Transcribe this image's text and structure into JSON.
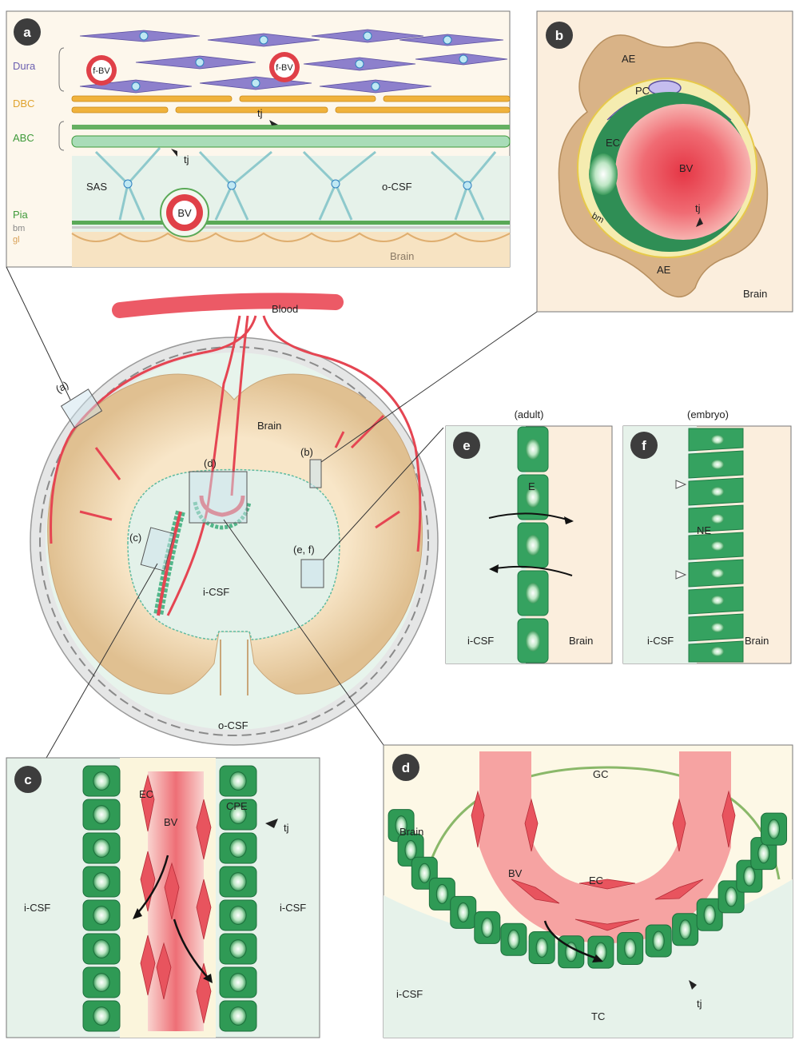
{
  "panels": {
    "a": {
      "badge": "a",
      "dura": "Dura",
      "dbc": "DBC",
      "abc": "ABC",
      "sas": "SAS",
      "ocsf": "o-CSF",
      "pia": "Pia",
      "bm": "bm",
      "gl": "gl",
      "brain": "Brain",
      "bv": "BV",
      "fbv": "f-BV",
      "tj": "tj",
      "colors": {
        "dura": "#6b5fb0",
        "dbc": "#e0a32e",
        "abc": "#3f9a3a",
        "pia": "#3f9a3a",
        "bm": "#888888",
        "gl": "#d8a055"
      }
    },
    "b": {
      "badge": "b",
      "ae": "AE",
      "pc": "PC",
      "ec": "EC",
      "bv": "BV",
      "tj": "tj",
      "bm": "bm",
      "brain": "Brain"
    },
    "center": {
      "blood": "Blood",
      "brain": "Brain",
      "icsf": "i-CSF",
      "ocsf": "o-CSF",
      "ref_a": "(a)",
      "ref_b": "(b)",
      "ref_c": "(c)",
      "ref_d": "(d)",
      "ref_ef": "(e, f)"
    },
    "e": {
      "badge": "e",
      "title": "(adult)",
      "e_label": "E",
      "icsf": "i-CSF",
      "brain": "Brain"
    },
    "f": {
      "badge": "f",
      "title": "(embryo)",
      "ne": "NE",
      "icsf": "i-CSF",
      "brain": "Brain"
    },
    "c": {
      "badge": "c",
      "ec": "EC",
      "bv": "BV",
      "cpe": "CPE",
      "tj": "tj",
      "icsf_left": "i-CSF",
      "icsf_right": "i-CSF"
    },
    "d": {
      "badge": "d",
      "gc": "GC",
      "brain": "Brain",
      "bv": "BV",
      "ec": "EC",
      "icsf": "i-CSF",
      "tc": "TC",
      "tj": "tj"
    }
  }
}
